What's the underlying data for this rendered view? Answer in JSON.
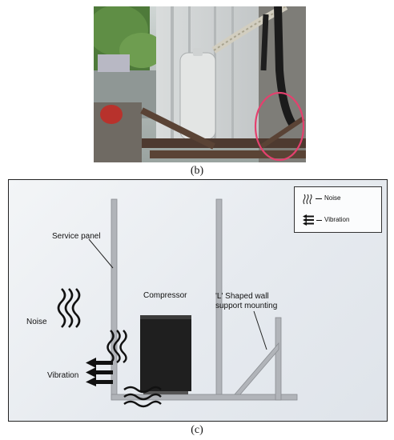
{
  "captions": {
    "photo": "(b)",
    "diagram": "(c)"
  },
  "legend": {
    "noise": "Noise",
    "vibration": "Vibration"
  },
  "labels": {
    "service_panel": "Service panel",
    "compressor": "Compressor",
    "wall_mount_line1": "'L' Shaped wall",
    "wall_mount_line2": "support mounting",
    "noise": "Noise",
    "vibration": "Vibration"
  },
  "icons": {
    "noise": "wavy-lines-icon",
    "vibration": "arrows-left-icon"
  },
  "colors": {
    "highlight_circle": "#e4406e",
    "compressor": "#1f1f1f",
    "frame": "#a8abb0"
  }
}
